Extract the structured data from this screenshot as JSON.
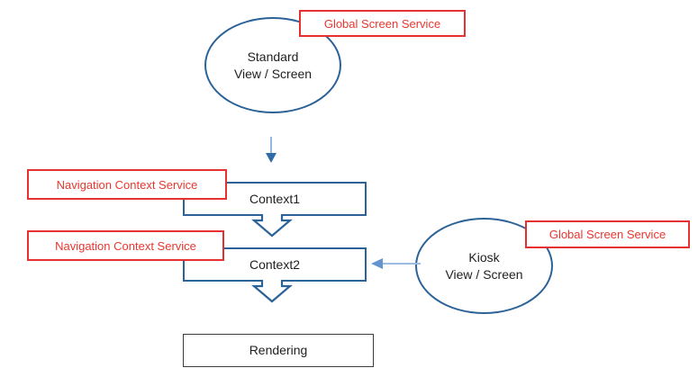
{
  "diagram": {
    "nodes": {
      "standard": {
        "line1": "Standard",
        "line2": "View / Screen"
      },
      "kiosk": {
        "line1": "Kiosk",
        "line2": "View / Screen"
      },
      "context1": {
        "label": "Context1"
      },
      "context2": {
        "label": "Context2"
      },
      "rendering": {
        "label": "Rendering"
      }
    },
    "annotations": {
      "global_screen_service_top": "Global Screen Service",
      "global_screen_service_right": "Global Screen Service",
      "navigation_context_service_1": "Navigation Context Service",
      "navigation_context_service_2": "Navigation Context Service"
    },
    "colors": {
      "shape_stroke_blue": "#2b6298",
      "annotation_red": "#e53230",
      "arrow_shaft_light_blue": "#93b7e0",
      "arrow_head_blue": "#2f6ba8",
      "left_arrow_head_blue": "#6394cf",
      "rendering_stroke": "#3c3c3c",
      "text": "#1f1f1f",
      "background": "#ffffff"
    }
  }
}
